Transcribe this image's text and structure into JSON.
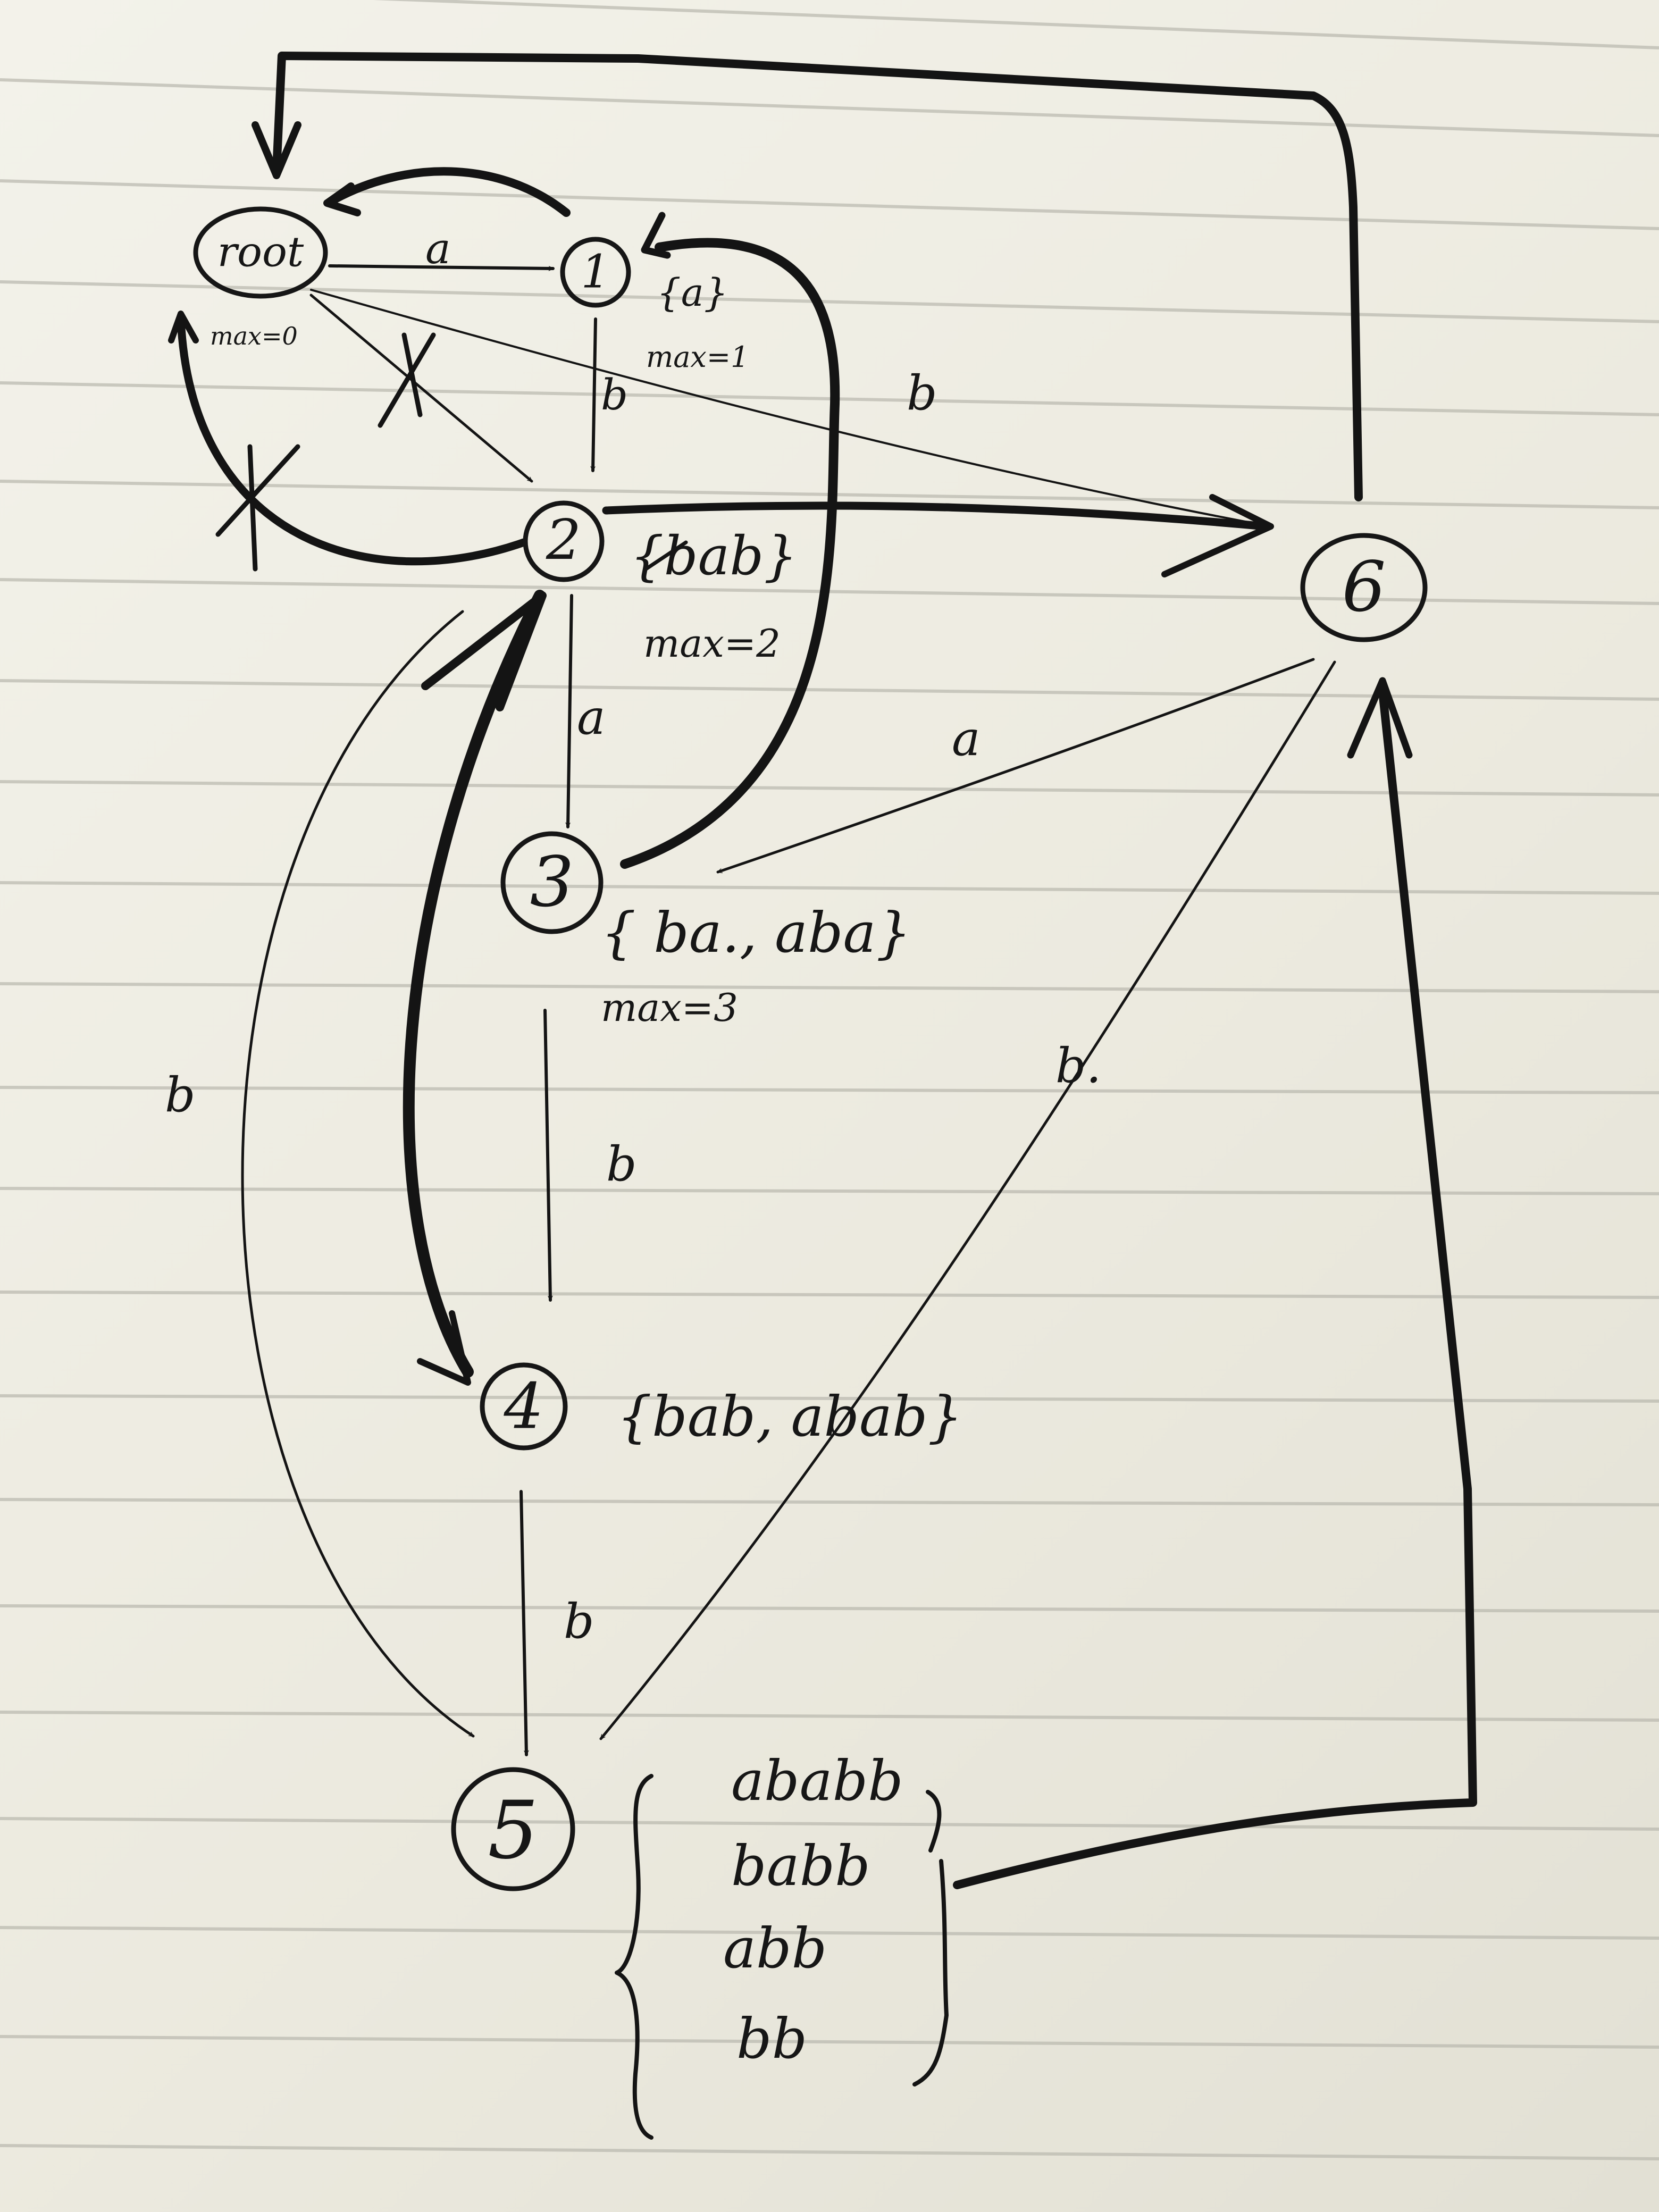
{
  "states": {
    "root": "root",
    "s1": "1",
    "s2": "2",
    "s3": "3",
    "s4": "4",
    "s5": "5",
    "s6": "6"
  },
  "transitions": {
    "root_to_1": "a",
    "s1_to_2": "b",
    "root_to_6": "b",
    "s2_to_3": "a",
    "s6_to_3": "a",
    "s3_to_4": "b",
    "s6_to_5": "b.",
    "s2_to_5": "b",
    "s4_to_5": "b"
  },
  "annotations": {
    "root_max": "max=0",
    "s1_set": "{a}",
    "s1_max": "max=1",
    "s2_set": "{bab}",
    "s2_max": "max=2",
    "s3_set": "{ ba., aba}",
    "s3_max": "max=3",
    "s4_set": "{bab, abab}",
    "s5_set": [
      "ababb",
      "babb",
      "abb",
      "bb"
    ]
  }
}
